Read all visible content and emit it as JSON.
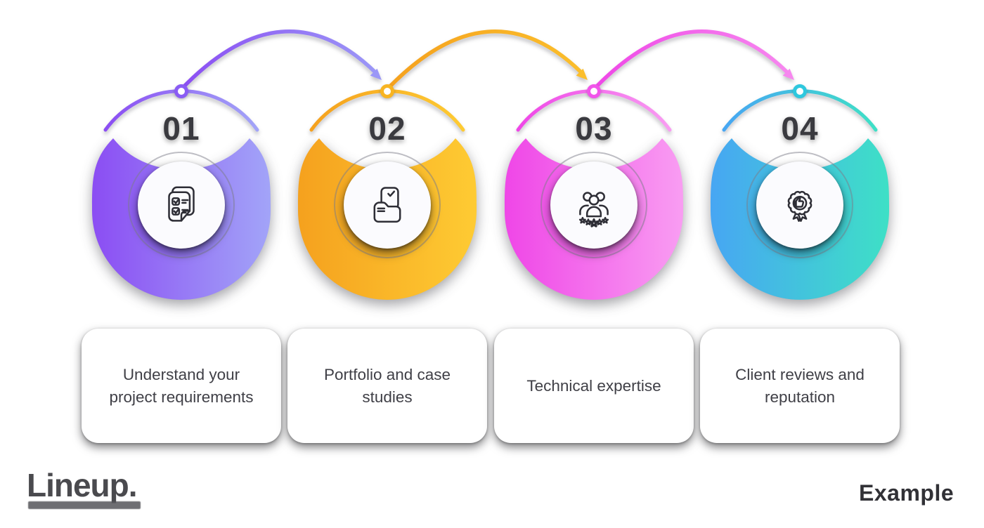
{
  "background": "#FFFFFF",
  "steps": [
    {
      "number": "01",
      "label": "Understand your project requirements",
      "icon": "checklist-document-icon",
      "color_start": "#8B4DF3",
      "color_end": "#A2A4F8",
      "node_color": "#8A5CF4"
    },
    {
      "number": "02",
      "label": "Portfolio and case studies",
      "icon": "folder-documents-icon",
      "color_start": "#F5A11E",
      "color_end": "#FECB33",
      "node_color": "#F8B421"
    },
    {
      "number": "03",
      "label": "Technical expertise",
      "icon": "team-rating-stars-icon",
      "color_start": "#EF46E7",
      "color_end": "#F99DF2",
      "node_color": "#F155EA"
    },
    {
      "number": "04",
      "label": "Client reviews and reputation",
      "icon": "award-thumbs-up-badge-icon",
      "color_start": "#47A6F3",
      "color_end": "#3EE0C6",
      "node_color": "#2EC8DE"
    }
  ],
  "connectors": [
    {
      "from": "01",
      "to": "02",
      "color_start": "#8B4DF3",
      "color_end": "#9B97F7",
      "arrow_color": "#9B97F7"
    },
    {
      "from": "02",
      "to": "03",
      "color_start": "#F5A11E",
      "color_end": "#FBBE2C",
      "arrow_color": "#FBBE2C"
    },
    {
      "from": "03",
      "to": "04",
      "color_start": "#EF46E7",
      "color_end": "#F787EF",
      "arrow_color": "#F787EF"
    }
  ],
  "text_color": "#3F3F46",
  "footer": {
    "brand": "Lineup.",
    "watermark": "Example"
  }
}
